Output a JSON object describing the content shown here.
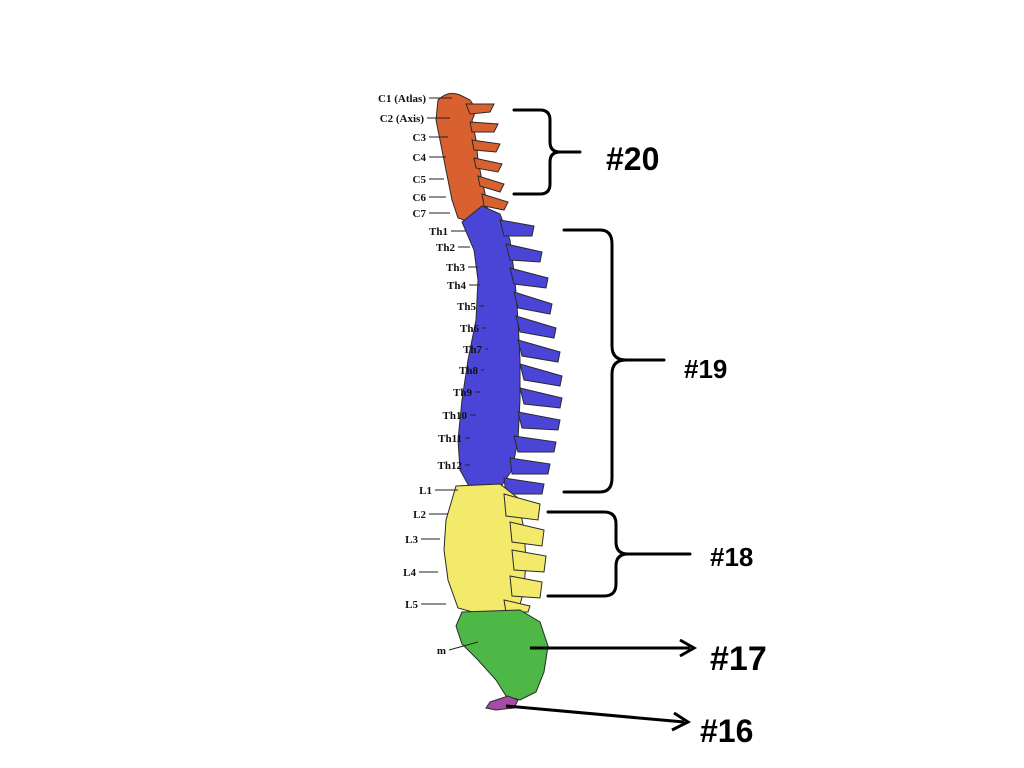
{
  "colors": {
    "cervical": "#D9612F",
    "thoracic": "#4A45D6",
    "lumbar": "#F3E96A",
    "sacrum": "#4DB846",
    "coccyx": "#A64CA6",
    "outline": "#2A2A2A",
    "text": "#000000"
  },
  "vertebra_labels": [
    "C1 (Atlas)",
    "C2 (Axis)",
    "C3",
    "C4",
    "C5",
    "C6",
    "C7",
    "Th1",
    "Th2",
    "Th3",
    "Th4",
    "Th5",
    "Th6",
    "Th7",
    "Th8",
    "Th9",
    "Th10",
    "Th11",
    "Th12",
    "L1",
    "L2",
    "L3",
    "L4",
    "L5",
    "m"
  ],
  "callouts": {
    "cervical": "#20",
    "thoracic": "#19",
    "lumbar": "#18",
    "sacrum": "#17",
    "coccyx": "#16"
  }
}
